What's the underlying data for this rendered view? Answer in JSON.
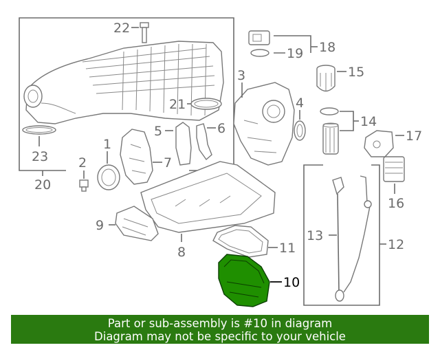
{
  "callouts": {
    "c1": "1",
    "c2": "2",
    "c3": "3",
    "c4": "4",
    "c5": "5",
    "c6": "6",
    "c7": "7",
    "c8": "8",
    "c9": "9",
    "c10": "10",
    "c11": "11",
    "c12": "12",
    "c13": "13",
    "c14": "14",
    "c15": "15",
    "c16": "16",
    "c17": "17",
    "c18": "18",
    "c19": "19",
    "c20": "20",
    "c21": "21",
    "c22": "22",
    "c23": "23"
  },
  "highlight": {
    "part_number": "10",
    "color": "#2a7a10"
  },
  "banner": {
    "line1": "Part or sub-assembly is #10 in diagram",
    "line2": "Diagram may not be specific to your vehicle"
  }
}
